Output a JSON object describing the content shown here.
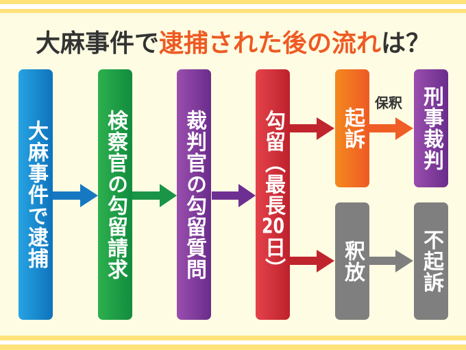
{
  "title": {
    "prefix": "大麻事件で",
    "highlight": "逮捕された後の流れ",
    "suffix": "は？"
  },
  "steps": {
    "arrest": "大麻事件で逮捕",
    "prosecutor_request": "検察官の勾留請求",
    "judge_hearing": "裁判官の勾留質問",
    "detention": {
      "main": "勾留",
      "open": "（最長",
      "num": "20",
      "close": "日）"
    },
    "indictment": "起訴",
    "criminal_trial": "刑事裁判",
    "release": "釈放",
    "non_prosecution": "不起訴"
  },
  "edge_labels": {
    "bail": "保釈"
  },
  "colors": {
    "blue": "#1a8fd6",
    "green": "#1ea04a",
    "purple": "#7b3a9a",
    "red": "#d1303a",
    "orange": "#f0702a",
    "gray": "#7f7f7f",
    "accent": "#ee5a24"
  }
}
